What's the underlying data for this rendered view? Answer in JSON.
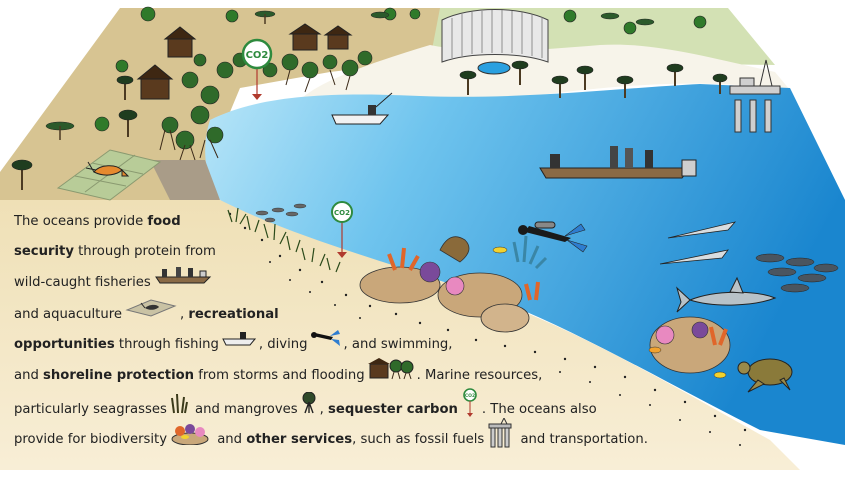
{
  "co2_label": "CO2",
  "caption": {
    "lines": [
      [
        {
          "t": "The oceans provide "
        },
        {
          "t": "food",
          "b": true
        }
      ],
      [
        {
          "t": "security",
          "b": true
        },
        {
          "t": " through protein from"
        }
      ],
      [
        {
          "t": "wild-caught fisheries"
        },
        {
          "icon": "fishing-boat-icon"
        }
      ],
      [
        {
          "t": "and aquaculture"
        },
        {
          "icon": "aquaculture-pond-icon"
        },
        {
          "t": ", "
        },
        {
          "t": "recreational",
          "b": true
        }
      ],
      [
        {
          "t": "opportunities",
          "b": true
        },
        {
          "t": " through fishing"
        },
        {
          "icon": "motorboat-icon"
        },
        {
          "t": ", diving"
        },
        {
          "icon": "diver-icon"
        },
        {
          "t": ", and swimming,"
        }
      ],
      [
        {
          "t": "and "
        },
        {
          "t": "shoreline protection",
          "b": true
        },
        {
          "t": " from storms and flooding"
        },
        {
          "icon": "mangrove-shore-icon"
        },
        {
          "t": ". Marine resources,"
        }
      ],
      [
        {
          "t": "particularly seagrasses"
        },
        {
          "icon": "seagrass-icon"
        },
        {
          "t": " and mangroves"
        },
        {
          "icon": "mangrove-icon"
        },
        {
          "t": ", "
        },
        {
          "t": "sequester carbon",
          "b": true
        },
        {
          "icon": "co2-pin-icon"
        },
        {
          "t": ". The oceans also"
        }
      ],
      [
        {
          "t": "provide for biodiversity"
        },
        {
          "icon": "coral-reef-icon"
        },
        {
          "t": " and "
        },
        {
          "t": "other services",
          "b": true
        },
        {
          "t": ", such as fossil fuels"
        },
        {
          "icon": "oil-rig-icon"
        },
        {
          "t": " and transportation."
        }
      ]
    ]
  },
  "colors": {
    "land": "#d9c795",
    "grass": "#cfdfb0",
    "sea_light": "#a6dcf4",
    "sea_deep": "#1a88d0",
    "sand": "#f4e8c8",
    "text": "#222222"
  }
}
